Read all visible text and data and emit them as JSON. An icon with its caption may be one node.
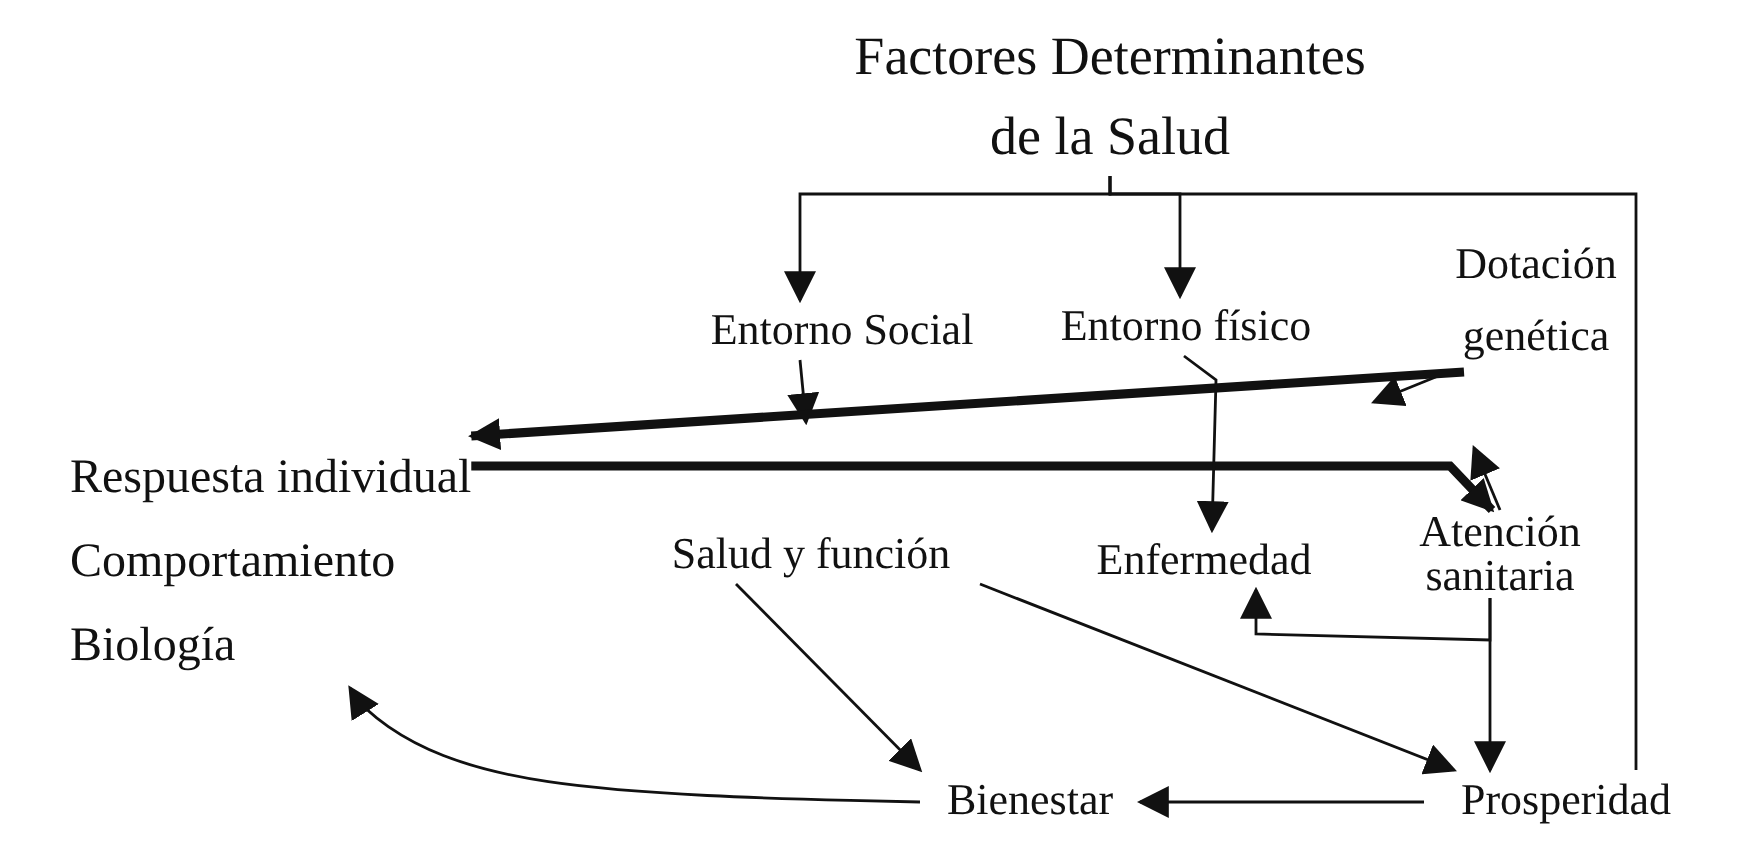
{
  "diagram": {
    "nodes": [
      {
        "text": [
          "Factores Determinantes de la Salud"
        ]
      },
      {
        "text": [
          "Entorno Social"
        ]
      },
      {
        "text": [
          "Entorno físico"
        ]
      },
      {
        "text": [
          "Dotación genética"
        ]
      },
      {
        "text": [
          "Respuesta individual",
          "Comportamiento",
          "Biología"
        ]
      },
      {
        "text": [
          "Salud y función"
        ]
      },
      {
        "text": [
          "Enfermedad"
        ]
      },
      {
        "text": [
          "Atención sanitaria"
        ]
      },
      {
        "text": [
          "Bienestar"
        ]
      },
      {
        "text": [
          "Prosperidad"
        ]
      }
    ],
    "edges": [
      {
        "from": 0,
        "to": 1,
        "arrow": "to"
      },
      {
        "from": 0,
        "to": 2,
        "arrow": "to"
      },
      {
        "from": 0,
        "to": 9,
        "arrow": "none"
      },
      {
        "from": 1,
        "to": null,
        "arrow": "to"
      },
      {
        "from": 3,
        "to": null,
        "arrow": "to"
      },
      {
        "from": 7,
        "to": null,
        "arrow": "to"
      },
      {
        "from": 3,
        "to": 4,
        "arrow": "to",
        "style": "thick"
      },
      {
        "from": 4,
        "to": 7,
        "arrow": "to",
        "style": "thick"
      },
      {
        "from": 2,
        "to": 6,
        "arrow": "to"
      },
      {
        "from": 5,
        "to": 8,
        "arrow": "to"
      },
      {
        "from": 5,
        "to": 9,
        "arrow": "to"
      },
      {
        "from": 7,
        "to": 6,
        "arrow": "to"
      },
      {
        "from": 7,
        "to": 9,
        "arrow": "to"
      },
      {
        "from": 9,
        "to": 8,
        "arrow": "to"
      },
      {
        "from": 8,
        "to": 4,
        "arrow": "to"
      }
    ]
  }
}
